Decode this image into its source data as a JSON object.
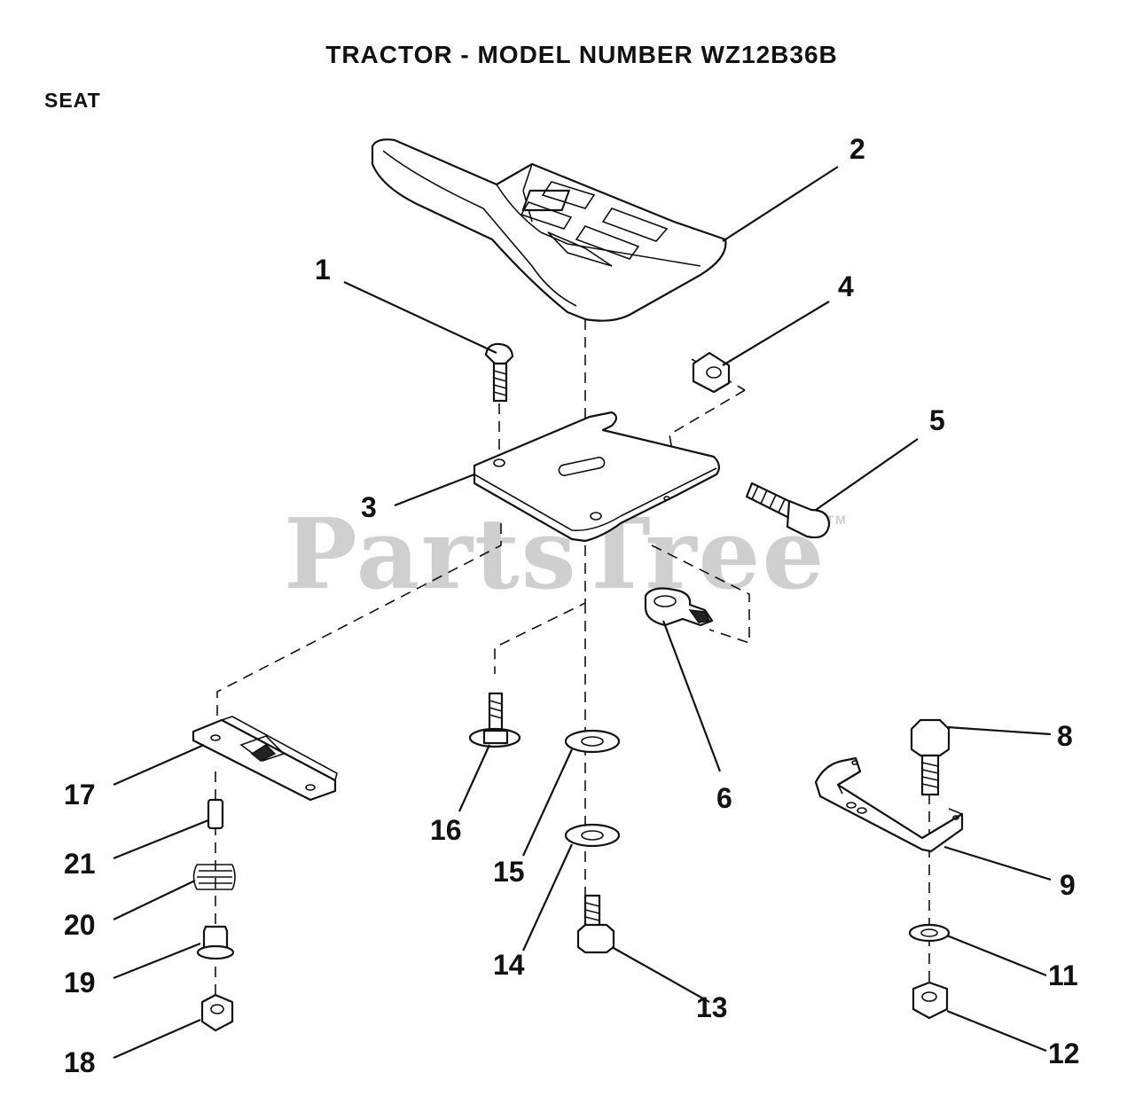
{
  "header": {
    "title": "TRACTOR  - MODEL NUMBER WZ12B36B",
    "section": "SEAT"
  },
  "watermark": {
    "text": "PartsTree",
    "trademark": "TM"
  },
  "callouts": [
    "1",
    "2",
    "3",
    "4",
    "5",
    "6",
    "8",
    "9",
    "11",
    "12",
    "13",
    "14",
    "15",
    "16",
    "17",
    "18",
    "19",
    "20",
    "21"
  ]
}
